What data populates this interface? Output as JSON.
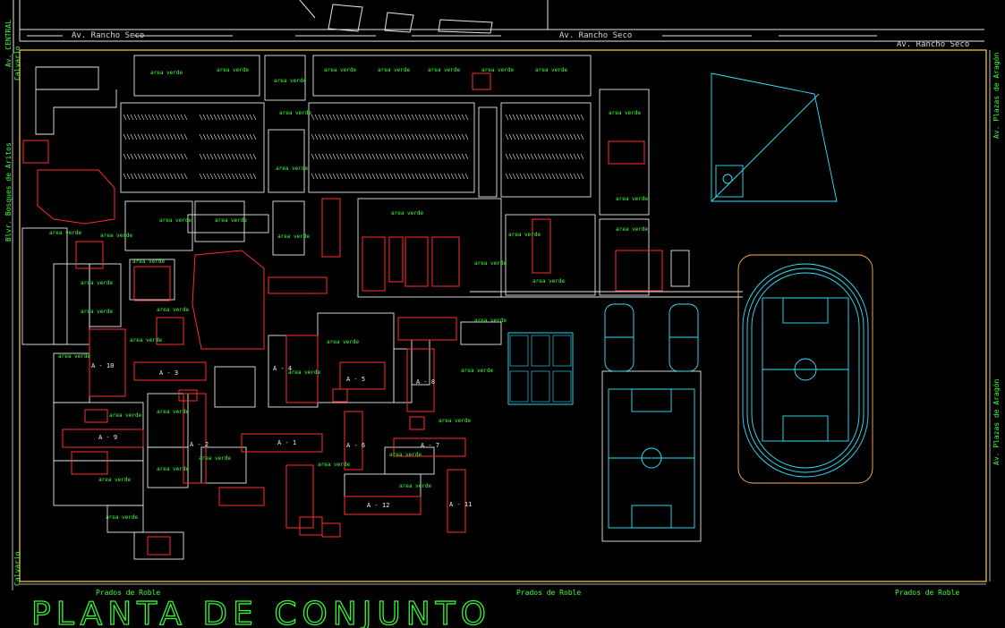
{
  "title": "PLANTA DE CONJUNTO",
  "colors": {
    "white": "#e6e6e6",
    "red": "#ff2b2b",
    "green": "#39ff39",
    "cyan": "#2fe6ff",
    "orange": "#ffb25a",
    "yellow": "#ffd23c"
  },
  "streets": {
    "top_left": "Av. Rancho Seco",
    "top_mid": "Av. Rancho Seco",
    "top_right": "Av. Rancho Seco",
    "bottom_left": "Prados de Roble",
    "bottom_mid": "Prados de Roble",
    "bottom_right": "Prados de Roble",
    "right_upper": "Av. Plazas de Aragón",
    "right_lower": "Av. Plazas de Aragón",
    "left_blvd": "Blvr. Bosques de Aritos",
    "left_top": "Av. CENTRAL",
    "left_top2": "Calvario",
    "left_bottom": "Calvario"
  },
  "green_area_label": "area verde",
  "buildings": {
    "a1": "A - 1",
    "a2": "A - 2",
    "a3": "A - 3",
    "a4": "A - 4",
    "a5": "A - 5",
    "a6": "A - 6",
    "a7": "A - 7",
    "a8": "A - 8",
    "a9": "A - 9",
    "a10": "A - 10",
    "a11": "A - 11",
    "a12": "A - 12"
  }
}
